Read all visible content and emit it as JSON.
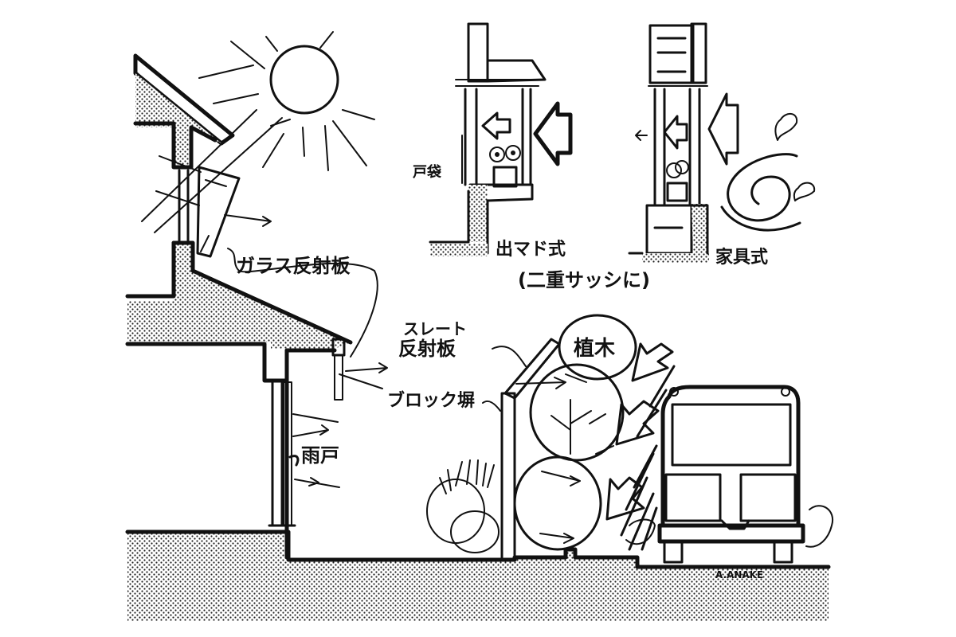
{
  "labels": {
    "glass_reflector": "ガラス反射板",
    "slate_reflector_line1": "スレート",
    "slate_reflector_line2": "反射板",
    "trees": "植木",
    "block_wall": "ブロック塀",
    "storm_shutter": "雨戸",
    "shutter_top": "戸袋",
    "bay_window_type": "出マド式",
    "furniture_type": "家具式",
    "double_sash": "(二重サッシに)",
    "artist_signature": "A.ANAKE"
  }
}
